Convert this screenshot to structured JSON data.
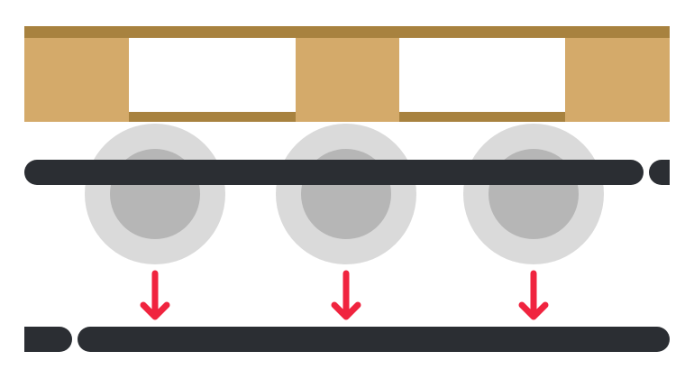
{
  "scene": {
    "pallet": {
      "wood_color": "#d4aa6a",
      "edge_color": "#a8823f",
      "blocks": 3,
      "openings": 2
    },
    "rollers": {
      "count": 3,
      "outer_color": "#dadada",
      "inner_color": "#b6b6b6"
    },
    "rails": {
      "color": "#2b2e33",
      "upper_segments": 2,
      "lower_segments": 2
    },
    "arrows": {
      "count": 3,
      "direction": "down",
      "color": "#f0243f",
      "icon": "arrow-down-icon"
    }
  }
}
